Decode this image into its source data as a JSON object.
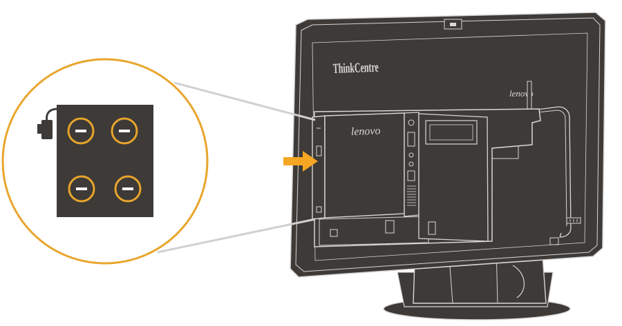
{
  "monitor": {
    "brand_logo": "ThinkCentre",
    "maker_logo": "lenovo"
  },
  "tiny_pc": {
    "maker_logo": "lenovo"
  },
  "callout": {
    "ring_color": "#e8a52c",
    "arrow_color": "#f5a623",
    "body_color": "#3e3a37",
    "edge_color": "#d8d8d8",
    "led_count": 4,
    "led_names": [
      "top-left",
      "top-right",
      "bottom-left",
      "bottom-right"
    ]
  }
}
